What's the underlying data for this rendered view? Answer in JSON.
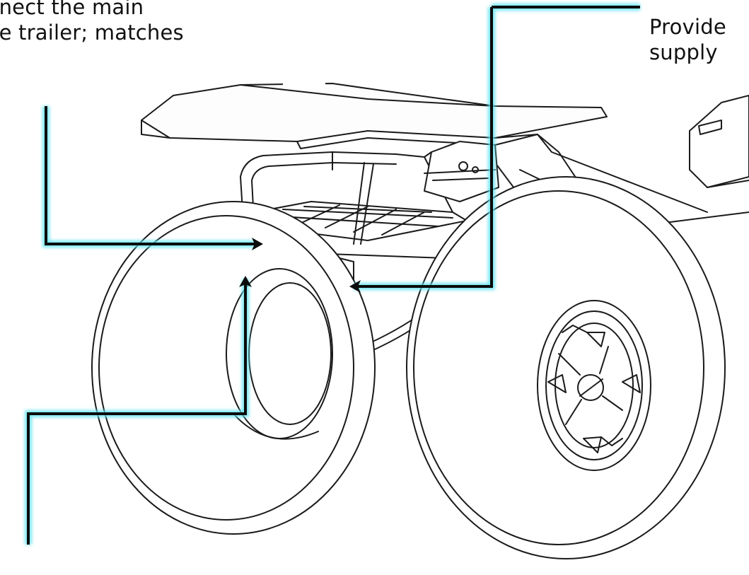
{
  "callouts": {
    "top_left": {
      "lines": [
        "nnect the main",
        "he trailer; matches"
      ]
    },
    "top_right": {
      "lines": [
        "Provide",
        "supply"
      ]
    },
    "bottom_left": {
      "lines": []
    }
  },
  "colors": {
    "leader_line": "#0b0b0b",
    "leader_glow": "#5fe3f0",
    "drawing_stroke": "#1a1a1a",
    "background": "#ffffff"
  },
  "figure": {
    "subject": "rear-axle-trailer-hitch-line-drawing",
    "icons": [
      "arrow-right-icon",
      "arrow-left-icon",
      "arrow-up-icon"
    ]
  }
}
